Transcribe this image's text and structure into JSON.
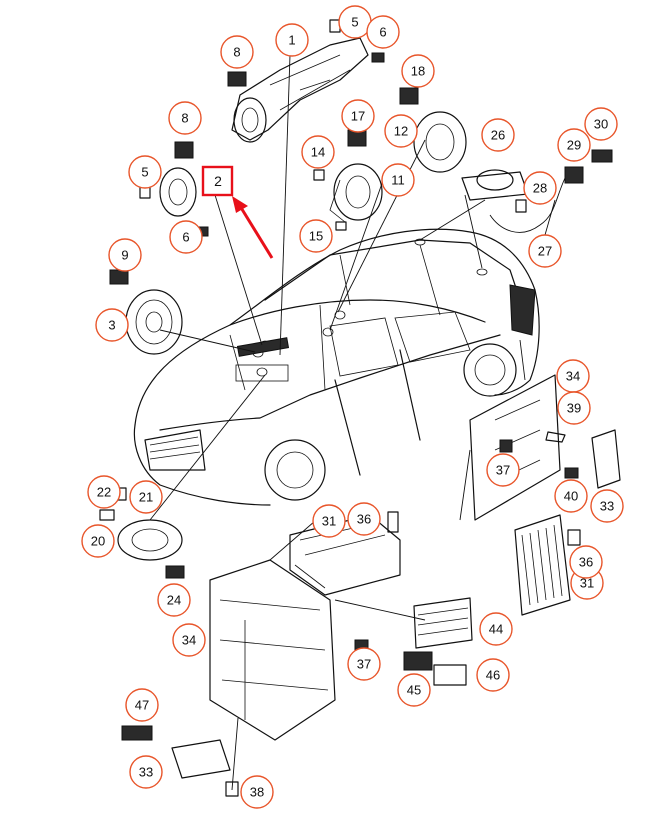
{
  "diagram": {
    "callouts": [
      "1",
      "2",
      "3",
      "5",
      "5",
      "6",
      "6",
      "8",
      "8",
      "9",
      "11",
      "12",
      "14",
      "15",
      "17",
      "18",
      "20",
      "21",
      "22",
      "24",
      "26",
      "27",
      "28",
      "29",
      "30",
      "31",
      "31",
      "33",
      "33",
      "34",
      "34",
      "36",
      "36",
      "37",
      "37",
      "38",
      "39",
      "40",
      "44",
      "45",
      "46",
      "47"
    ],
    "highlight_label": "2",
    "colors": {
      "callout_ring": "#e8552a",
      "highlight_box": "#e8101a",
      "arrow": "#e8101a",
      "line_art": "#111111"
    }
  }
}
